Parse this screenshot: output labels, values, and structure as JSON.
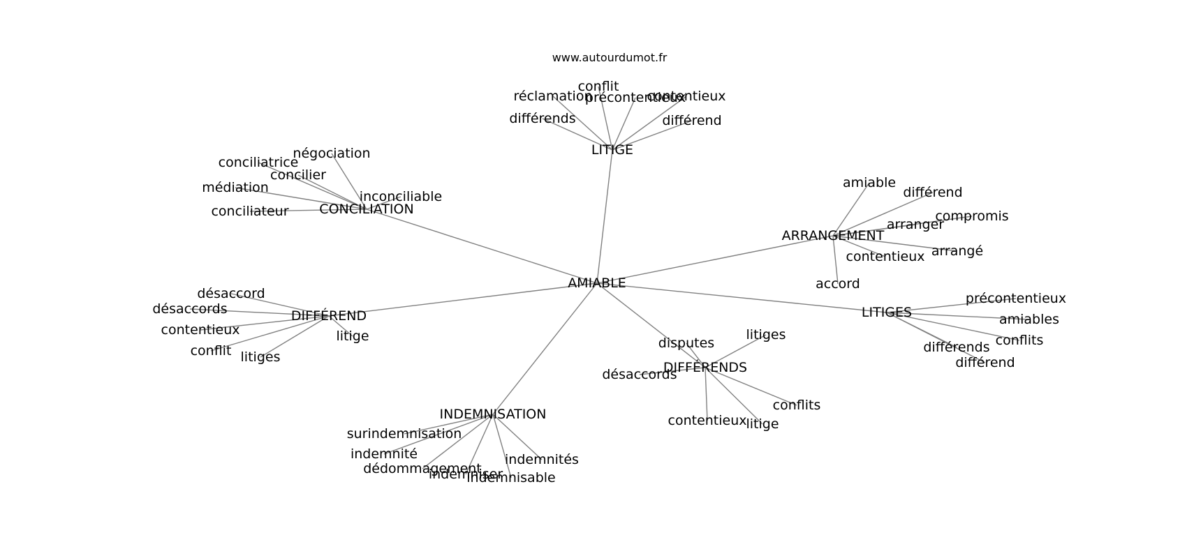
{
  "site_label": "www.autourdumot.fr",
  "center": "AMIABLE",
  "clusters": [
    {
      "hub": "LITIGE",
      "leaves": [
        "conflit",
        "réclamation",
        "précontentieux",
        "contentieux",
        "différends",
        "différend"
      ]
    },
    {
      "hub": "CONCILIATION",
      "leaves": [
        "négociation",
        "conciliatrice",
        "concilier",
        "médiation",
        "inconciliable",
        "conciliateur"
      ]
    },
    {
      "hub": "ARRANGEMENT",
      "leaves": [
        "amiable",
        "différend",
        "compromis",
        "arranger",
        "arrangé",
        "contentieux",
        "accord"
      ]
    },
    {
      "hub": "DIFFÉREND",
      "leaves": [
        "désaccord",
        "désaccords",
        "contentieux",
        "litige",
        "conflit",
        "litiges"
      ]
    },
    {
      "hub": "LITIGES",
      "leaves": [
        "précontentieux",
        "amiables",
        "conflits",
        "différends",
        "différend"
      ]
    },
    {
      "hub": "DIFFÉRENDS",
      "leaves": [
        "disputes",
        "litiges",
        "désaccords",
        "conflits",
        "contentieux",
        "litige"
      ]
    },
    {
      "hub": "INDEMNISATION",
      "leaves": [
        "surindemnisation",
        "indemnité",
        "dédommagement",
        "indemniser",
        "indemnisable",
        "indemnités"
      ]
    }
  ]
}
